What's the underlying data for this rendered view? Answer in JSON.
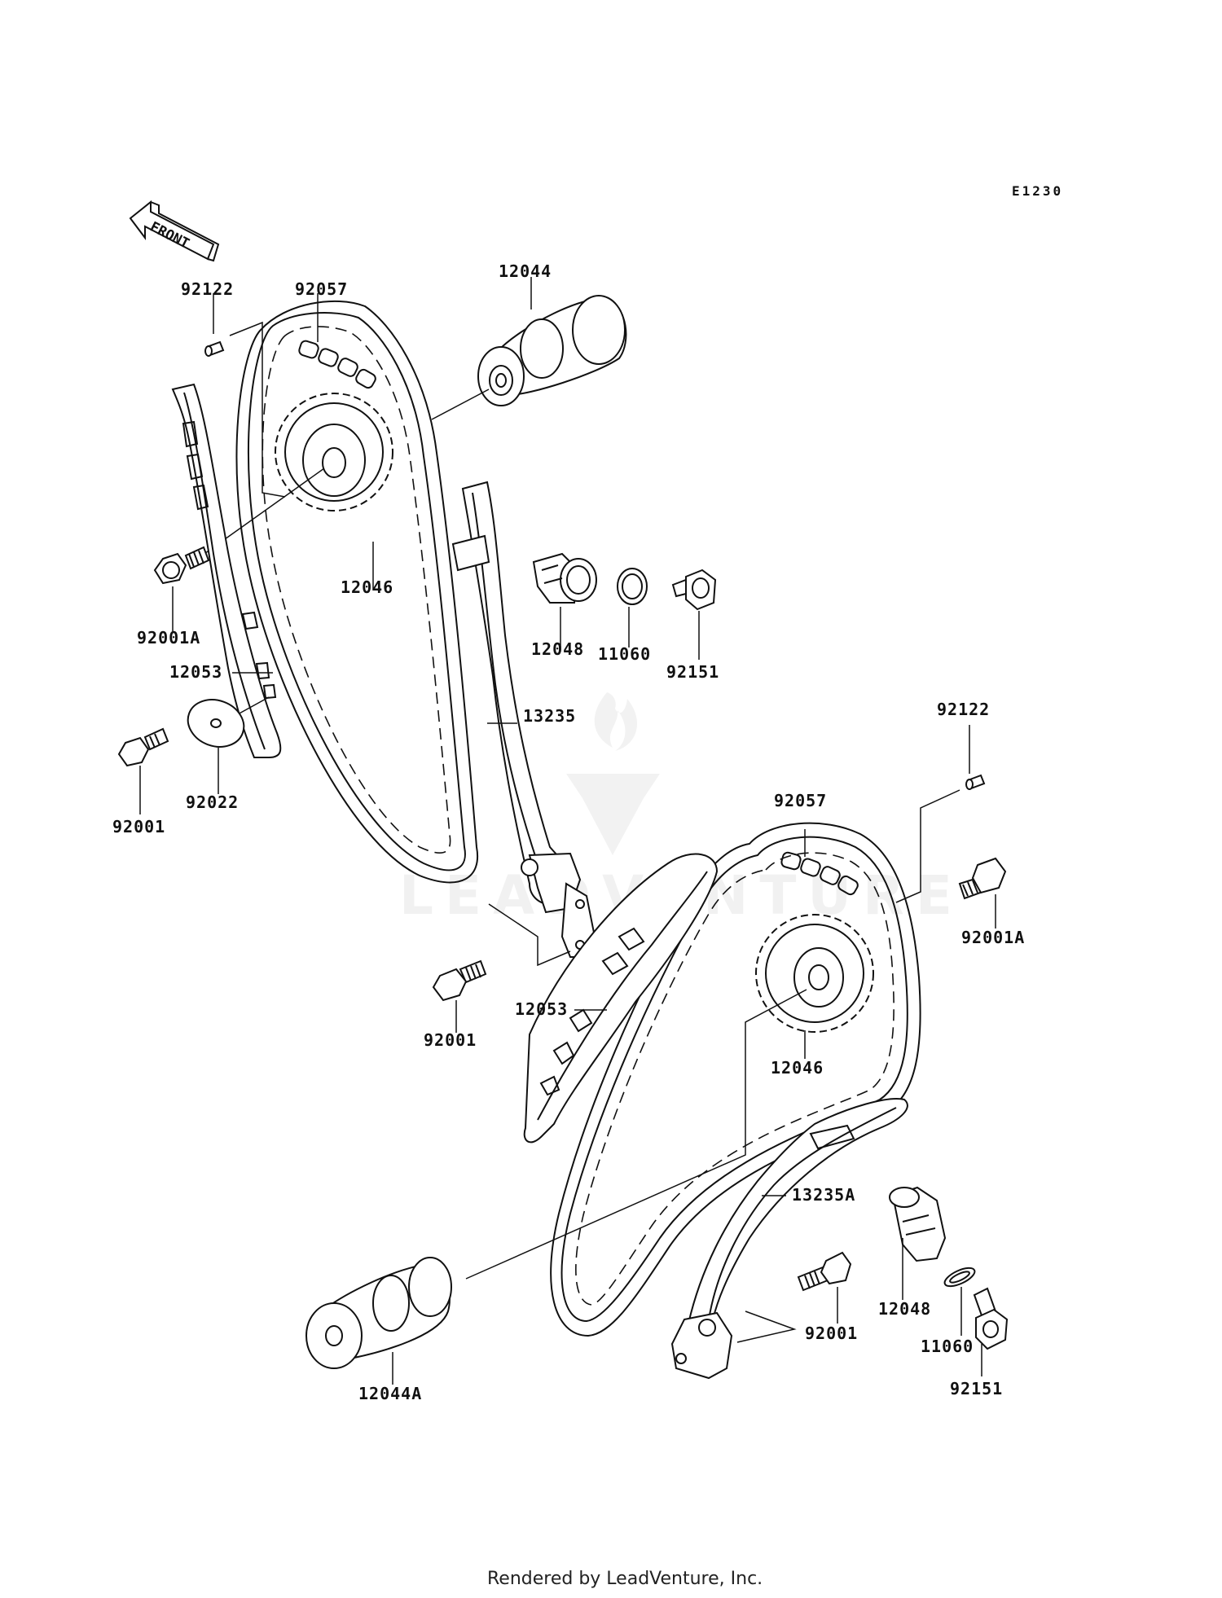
{
  "diagram_code": "E1230",
  "front_marker": "FRONT",
  "footer_text": "Rendered by LeadVenture, Inc.",
  "watermark_text": "LEADVENTURE",
  "labels": {
    "p92122_a": "92122",
    "p92057_a": "92057",
    "p12044": "12044",
    "p12046_a": "12046",
    "p92001A_a": "92001A",
    "p12048_a": "12048",
    "p11060_a": "11060",
    "p92151_a": "92151",
    "p12053_a": "12053",
    "p13235": "13235",
    "p92001_a": "92001",
    "p92022": "92022",
    "p92122_b": "92122",
    "p92057_b": "92057",
    "p92001A_b": "92001A",
    "p92001_b": "92001",
    "p12053_b": "12053",
    "p12046_b": "12046",
    "p13235A": "13235A",
    "p12048_b": "12048",
    "p92001_c": "92001",
    "p11060_b": "11060",
    "p12044A": "12044A",
    "p92151_b": "92151"
  }
}
